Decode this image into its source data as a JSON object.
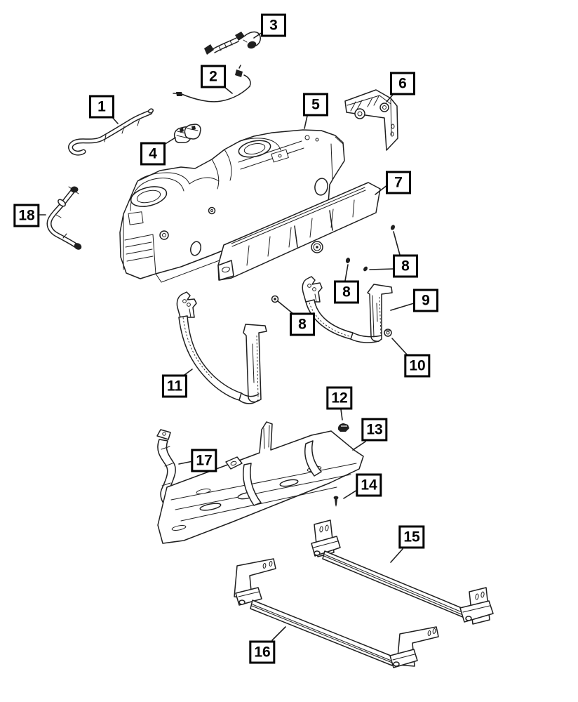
{
  "diagram": {
    "type": "exploded-parts-diagram",
    "colors": {
      "background": "#ffffff",
      "line": "#1f1f1f",
      "callout_border": "#000000",
      "callout_text": "#000000"
    },
    "callouts": [
      {
        "id": "callout-3",
        "label": "3"
      },
      {
        "id": "callout-2",
        "label": "2"
      },
      {
        "id": "callout-1",
        "label": "1"
      },
      {
        "id": "callout-4",
        "label": "4"
      },
      {
        "id": "callout-5",
        "label": "5"
      },
      {
        "id": "callout-6",
        "label": "6"
      },
      {
        "id": "callout-7",
        "label": "7"
      },
      {
        "id": "callout-8-1",
        "label": "8"
      },
      {
        "id": "callout-8-2",
        "label": "8"
      },
      {
        "id": "callout-8-3",
        "label": "8"
      },
      {
        "id": "callout-9",
        "label": "9"
      },
      {
        "id": "callout-10",
        "label": "10"
      },
      {
        "id": "callout-11",
        "label": "11"
      },
      {
        "id": "callout-12",
        "label": "12"
      },
      {
        "id": "callout-13",
        "label": "13"
      },
      {
        "id": "callout-14",
        "label": "14"
      },
      {
        "id": "callout-15",
        "label": "15"
      },
      {
        "id": "callout-16",
        "label": "16"
      },
      {
        "id": "callout-17",
        "label": "17"
      },
      {
        "id": "callout-18",
        "label": "18"
      }
    ]
  }
}
